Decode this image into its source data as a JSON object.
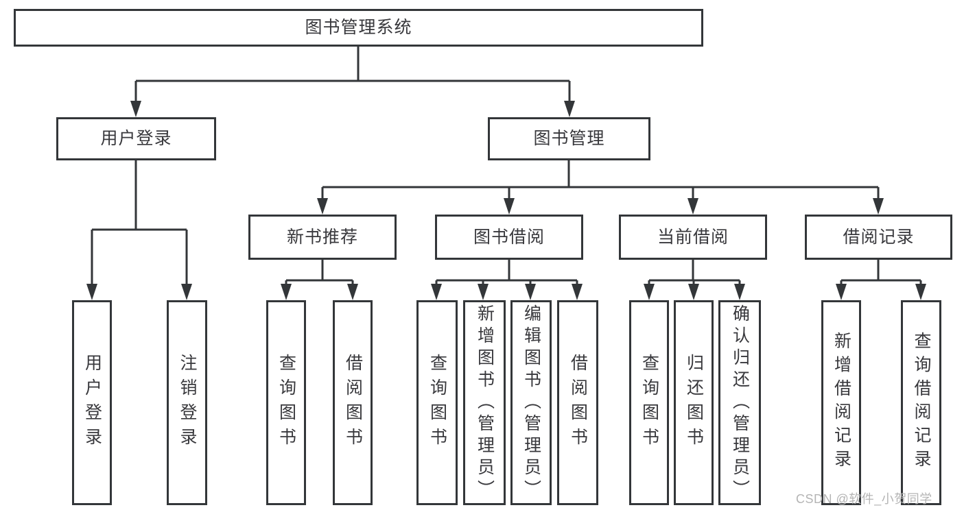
{
  "tree": {
    "root": "图书管理系统",
    "children": [
      {
        "label": "用户登录",
        "children": [
          "用户登录",
          "注销登录"
        ]
      },
      {
        "label": "图书管理",
        "children": [
          {
            "label": "新书推荐",
            "children": [
              "查询图书",
              "借阅图书"
            ]
          },
          {
            "label": "图书借阅",
            "children": [
              "查询图书",
              "新增图书（管理员）",
              "编辑图书（管理员）",
              "借阅图书"
            ]
          },
          {
            "label": "当前借阅",
            "children": [
              "查询图书",
              "归还图书",
              "确认归还（管理员）"
            ]
          },
          {
            "label": "借阅记录",
            "children": [
              "新增借阅记录",
              "查询借阅记录"
            ]
          }
        ]
      }
    ]
  },
  "watermark": {
    "text": "CSDN @软件_小贺同学"
  },
  "colors": {
    "line": "#333639",
    "text": "#38383c",
    "watermark": "#b4b4b4",
    "background": "#ffffff"
  }
}
